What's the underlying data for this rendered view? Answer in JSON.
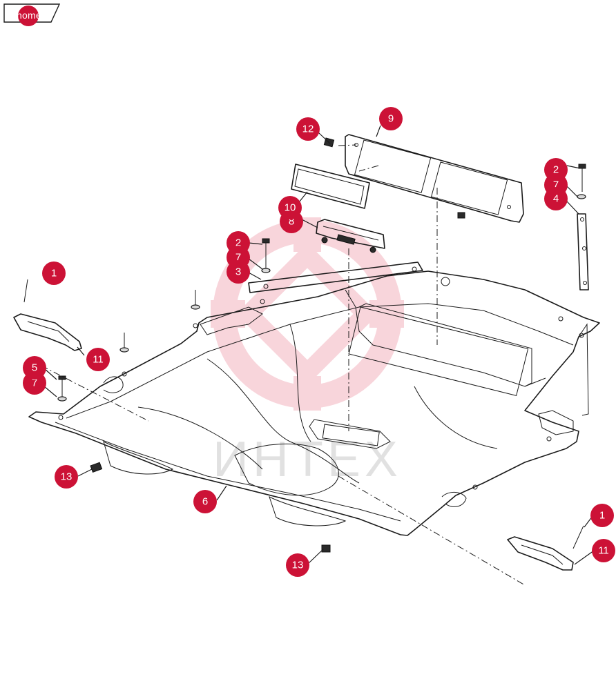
{
  "nav": {
    "home_label": "home"
  },
  "watermark": {
    "text": "ИНТЕХ",
    "color": "#f4b3bf"
  },
  "colors": {
    "callout": "#cc1236",
    "line": "#1a1a1a"
  },
  "callouts": [
    {
      "id": "c12",
      "label": "12"
    },
    {
      "id": "c9",
      "label": "9"
    },
    {
      "id": "c2r",
      "label": "2"
    },
    {
      "id": "c7r",
      "label": "7"
    },
    {
      "id": "c4r",
      "label": "4"
    },
    {
      "id": "c10",
      "label": "10"
    },
    {
      "id": "c8",
      "label": "8"
    },
    {
      "id": "c2m",
      "label": "2"
    },
    {
      "id": "c7m",
      "label": "7"
    },
    {
      "id": "c3m",
      "label": "3"
    },
    {
      "id": "c1l",
      "label": "1"
    },
    {
      "id": "c11l",
      "label": "11"
    },
    {
      "id": "c5l",
      "label": "5"
    },
    {
      "id": "c7l",
      "label": "7"
    },
    {
      "id": "c13l",
      "label": "13"
    },
    {
      "id": "c6",
      "label": "6"
    },
    {
      "id": "c13b",
      "label": "13"
    },
    {
      "id": "c1r",
      "label": "1"
    },
    {
      "id": "c11r",
      "label": "11"
    }
  ]
}
